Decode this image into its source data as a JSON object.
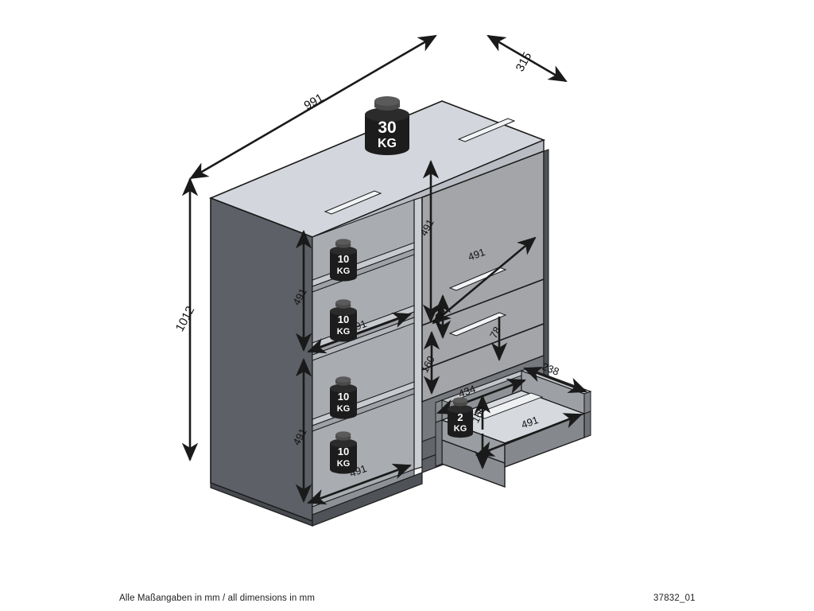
{
  "page": {
    "footnote": "Alle Maßangaben in mm / all dimensions in mm",
    "drawing_id": "37832_01",
    "background": "#ffffff"
  },
  "product": {
    "type": "cabinet-highboard",
    "view": "isometric-exploded-dimension-drawing"
  },
  "colors": {
    "top_panel": "#d3d6dc",
    "side_panel_dark": "#5d6066",
    "drawer_front": "#a3a5a8",
    "interior_back": "#9a9da2",
    "shelf_light": "#c7cace",
    "outline": "#1a1a1a",
    "dimension_line": "#1a1a1a",
    "weight_body": "#1c1c1c",
    "weight_cap": "#4a4a4a",
    "text": "#111111"
  },
  "overall_dimensions": [
    {
      "id": "width",
      "value": "991",
      "unit": "mm",
      "axis": "horizontal-left-top"
    },
    {
      "id": "depth",
      "value": "315",
      "unit": "mm",
      "axis": "diagonal-right-top"
    },
    {
      "id": "height",
      "value": "1012",
      "unit": "mm",
      "axis": "vertical-left"
    }
  ],
  "compartment_dimensions": [
    {
      "id": "left-upper-shelf-height",
      "value": "491",
      "orientation": "vertical"
    },
    {
      "id": "left-upper-shelf-width",
      "value": "491",
      "orientation": "horizontal"
    },
    {
      "id": "left-lower-shelf-height",
      "value": "491",
      "orientation": "vertical"
    },
    {
      "id": "left-lower-shelf-width",
      "value": "491",
      "orientation": "horizontal"
    },
    {
      "id": "right-door-height",
      "value": "491",
      "orientation": "vertical"
    },
    {
      "id": "right-door-width",
      "value": "491",
      "orientation": "horizontal"
    },
    {
      "id": "drawer-upper-height",
      "value": "160",
      "orientation": "vertical"
    },
    {
      "id": "drawer-lower-height",
      "value": "160",
      "orientation": "vertical"
    },
    {
      "id": "drawer-gap",
      "value": "78",
      "orientation": "vertical"
    },
    {
      "id": "drawer-inner-width",
      "value": "434",
      "orientation": "horizontal"
    },
    {
      "id": "drawer-inner-depth",
      "value": "238",
      "orientation": "diagonal"
    },
    {
      "id": "drawer-inner-height",
      "value": "160",
      "orientation": "vertical"
    },
    {
      "id": "drawer-outer-width",
      "value": "491",
      "orientation": "horizontal"
    }
  ],
  "load_markers": [
    {
      "id": "top-surface",
      "value": "30",
      "unit": "KG",
      "location": "cabinet-top"
    },
    {
      "id": "left-shelf-1",
      "value": "10",
      "unit": "KG",
      "location": "left-upper-shelf-top"
    },
    {
      "id": "left-shelf-2",
      "value": "10",
      "unit": "KG",
      "location": "left-upper-shelf-bottom"
    },
    {
      "id": "left-shelf-3",
      "value": "10",
      "unit": "KG",
      "location": "left-lower-shelf-top"
    },
    {
      "id": "left-shelf-4",
      "value": "10",
      "unit": "KG",
      "location": "left-lower-shelf-bottom"
    },
    {
      "id": "drawer-load",
      "value": "2",
      "unit": "KG",
      "location": "open-drawer"
    }
  ]
}
